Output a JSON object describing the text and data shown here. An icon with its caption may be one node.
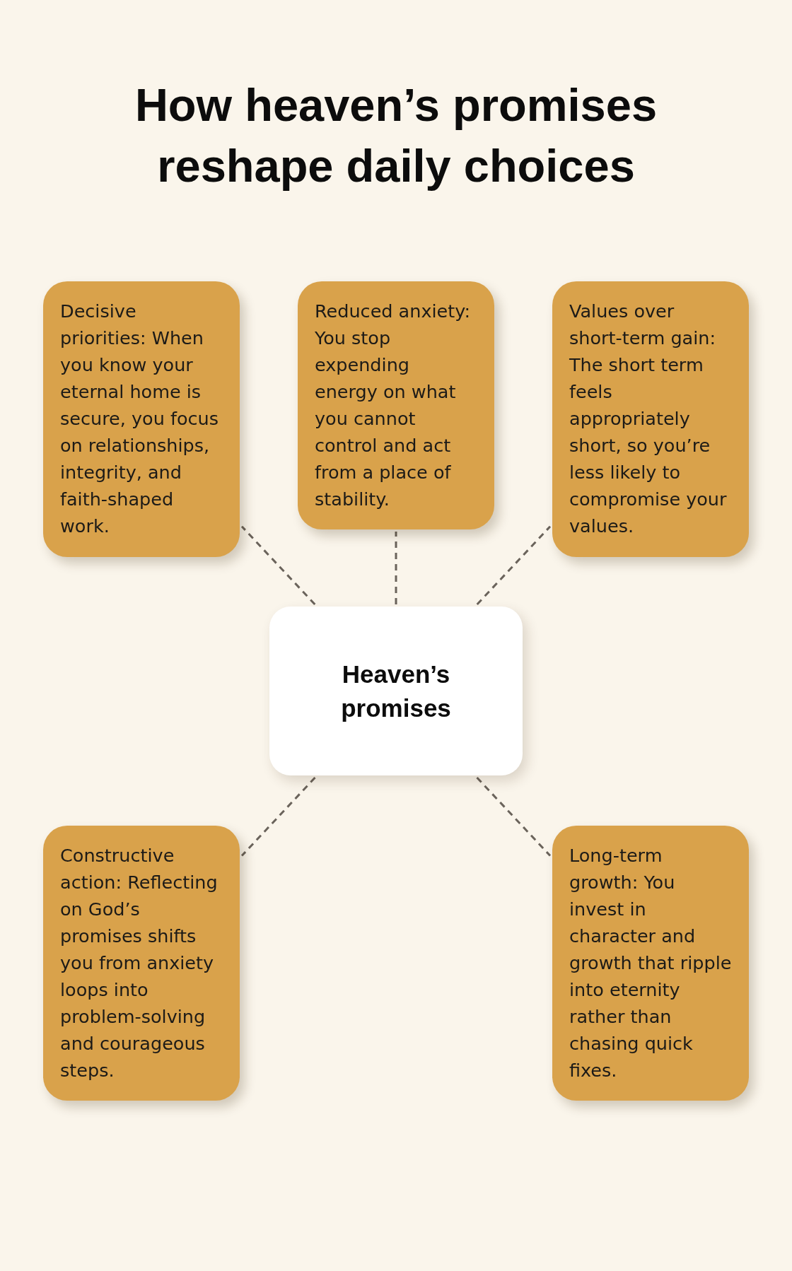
{
  "diagram": {
    "title": "How heaven’s promises reshape daily choices",
    "nodes": [
      {
        "text": [
          "Decisive priorities: When you know your eternal home is secure, you focus on relationships, integrity, and faith-shaped work."
        ]
      },
      {
        "text": [
          "Reduced anxiety: You stop expending energy on what you cannot control and act from a place of stability."
        ]
      },
      {
        "text": [
          "Values over short-term gain: The short term feels appropriately short, so you’re less likely to compromise your values."
        ]
      },
      {
        "text": [
          "Heaven’s promises"
        ]
      },
      {
        "text": [
          "Constructive action: Reflecting on God’s promises shifts you from anxiety loops into problem-solving and courageous steps."
        ]
      },
      {
        "text": [
          "Long-term growth: You invest in character and growth that ripple into eternity rather than chasing quick fixes."
        ]
      }
    ],
    "edges": [
      {
        "from": 3,
        "to": 0,
        "arrow": "none",
        "style": "dashed"
      },
      {
        "from": 3,
        "to": 1,
        "arrow": "none",
        "style": "dashed"
      },
      {
        "from": 3,
        "to": 2,
        "arrow": "none",
        "style": "dashed"
      },
      {
        "from": 3,
        "to": 4,
        "arrow": "none",
        "style": "dashed"
      },
      {
        "from": 3,
        "to": 5,
        "arrow": "none",
        "style": "dashed"
      }
    ]
  }
}
